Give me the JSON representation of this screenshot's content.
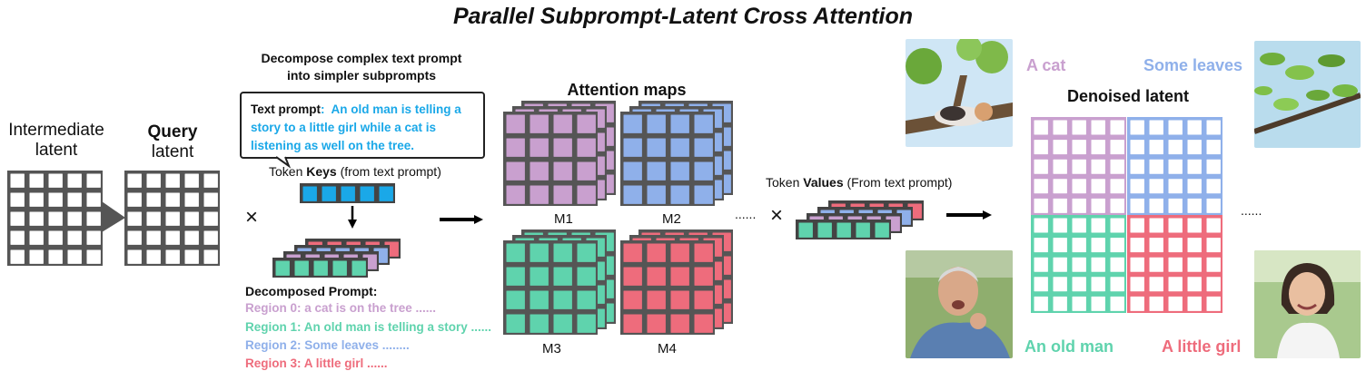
{
  "title": "Parallel Subprompt-Latent Cross Attention",
  "intermediate_latent": {
    "line1": "Intermediate",
    "line2": "latent"
  },
  "query_latent": {
    "bold": "Query",
    "rest": "latent"
  },
  "decompose_note": {
    "line1": "Decompose complex text prompt",
    "line2": "into simpler subprompts"
  },
  "text_prompt": {
    "label": "Text prompt",
    "sep": ":",
    "text": "An old man is telling a story to a little girl while a cat is listening as well on the tree."
  },
  "token_keys": {
    "prefix": "Token ",
    "bold": "Keys",
    "suffix": " (from text prompt)"
  },
  "multiply": "×",
  "decomposed": {
    "heading": "Decomposed Prompt:",
    "regions": [
      {
        "text": "Region 0: a cat is on the tree ......",
        "color": "#c9a0cf"
      },
      {
        "text": "Region 1: An old man is telling a story ......",
        "color": "#5fd3ad"
      },
      {
        "text": "Region 2: Some leaves ........",
        "color": "#8fb0ea"
      },
      {
        "text": "Region 3: A little girl ......",
        "color": "#ee6c7c"
      }
    ]
  },
  "attention_maps": {
    "title": "Attention maps",
    "labels": [
      "M1",
      "M2",
      "M3",
      "M4"
    ]
  },
  "dots": "......",
  "token_values": {
    "prefix": "Token ",
    "bold": "Values",
    "suffix": " (From text prompt)"
  },
  "denoised": {
    "title": "Denoised latent",
    "labels": {
      "cat": "A cat",
      "leaves": "Some leaves",
      "man": "An old man",
      "girl": "A little girl"
    }
  },
  "photos": {
    "cat": "cat-on-tree-photo",
    "leaves": "leaves-photo",
    "man": "old-man-photo",
    "girl": "little-girl-photo"
  },
  "colors": {
    "purple": "#c9a0cf",
    "blue": "#8fb0ea",
    "green": "#5fd3ad",
    "red": "#ee6c7c",
    "cyan": "#1aa8e8",
    "grid_dark": "#555555"
  }
}
